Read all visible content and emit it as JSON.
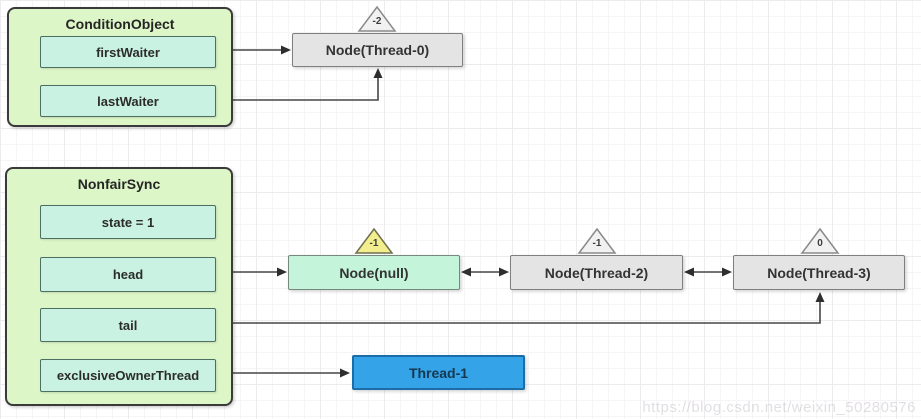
{
  "condition_object": {
    "title": "ConditionObject",
    "fields": [
      {
        "label": "firstWaiter"
      },
      {
        "label": "lastWaiter"
      }
    ]
  },
  "nonfair_sync": {
    "title": "NonfairSync",
    "fields": [
      {
        "label": "state = 1"
      },
      {
        "label": "head"
      },
      {
        "label": "tail"
      },
      {
        "label": "exclusiveOwnerThread"
      }
    ]
  },
  "nodes": [
    {
      "label": "Node(Thread-0)",
      "wait_status": "-2"
    },
    {
      "label": "Node(null)",
      "wait_status": "-1"
    },
    {
      "label": "Node(Thread-2)",
      "wait_status": "-1"
    },
    {
      "label": "Node(Thread-3)",
      "wait_status": "0"
    }
  ],
  "thread": {
    "label": "Thread-1"
  },
  "edges": [
    {
      "from": "firstWaiter",
      "to": "Node(Thread-0)",
      "bidirectional": false
    },
    {
      "from": "lastWaiter",
      "to": "Node(Thread-0)",
      "bidirectional": false
    },
    {
      "from": "head",
      "to": "Node(null)",
      "bidirectional": false
    },
    {
      "from": "tail",
      "to": "Node(Thread-3)",
      "bidirectional": true
    },
    {
      "from": "Node(null)",
      "to": "Node(Thread-2)",
      "bidirectional": true
    },
    {
      "from": "Node(Thread-2)",
      "to": "Node(Thread-3)",
      "bidirectional": true
    },
    {
      "from": "exclusiveOwnerThread",
      "to": "Thread-1",
      "bidirectional": false
    }
  ],
  "colors": {
    "group_bg": "#ddf6c8",
    "field_bg": "#c9f2e3",
    "node_gray_bg": "#e4e4e4",
    "node_null_bg": "#c4f4da",
    "thread_bg": "#35a3e8",
    "triangle_yellow": "#f2ee8d",
    "triangle_gray": "#f1f1f1",
    "arrow": "#474747"
  },
  "watermark": "https://blog.csdn.net/weixin_50280576"
}
